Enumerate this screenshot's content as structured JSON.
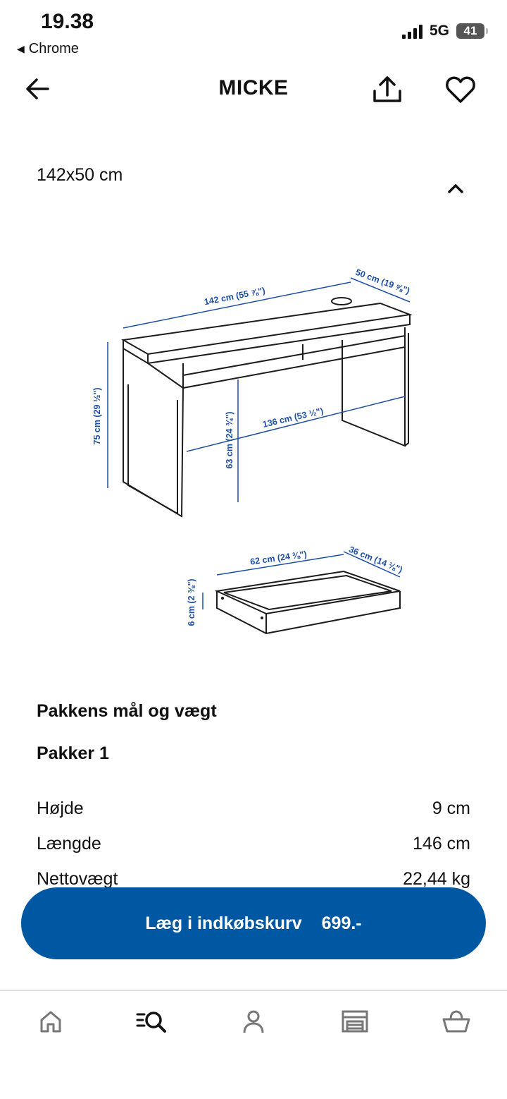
{
  "status_bar": {
    "time": "19.38",
    "back_app": "Chrome",
    "network": "5G",
    "battery": "41"
  },
  "header": {
    "title": "MICKE",
    "icons": [
      "back-arrow-icon",
      "share-icon",
      "heart-icon"
    ]
  },
  "size": {
    "label": "142x50 cm",
    "toggle_icon": "chevron-up-icon"
  },
  "diagram": {
    "desk_width": "142 cm (55 ⅞\")",
    "desk_depth": "50 cm (19 ⅝\")",
    "desk_height": "75 cm (29 ½\")",
    "under_height": "63 cm (24 ¾\")",
    "inner_width": "136 cm (53 ½\")",
    "drawer_width": "62 cm (24 ⅜\")",
    "drawer_depth": "36 cm (14 ⅛\")",
    "drawer_height": "6 cm (2 ⅜\")"
  },
  "package": {
    "title": "Pakkens mål og vægt",
    "subtitle": "Pakker 1",
    "specs": [
      {
        "label": "Højde",
        "value": "9 cm"
      },
      {
        "label": "Længde",
        "value": "146 cm"
      },
      {
        "label": "Nettovægt",
        "value": "22,44 kg"
      }
    ]
  },
  "cart": {
    "label": "Læg i indkøbskurv",
    "price": "699.-",
    "color": "#0058a3"
  },
  "bottom_nav": {
    "items": [
      "home-icon",
      "search-icon",
      "profile-icon",
      "store-icon",
      "basket-icon"
    ],
    "active": "search-icon"
  }
}
